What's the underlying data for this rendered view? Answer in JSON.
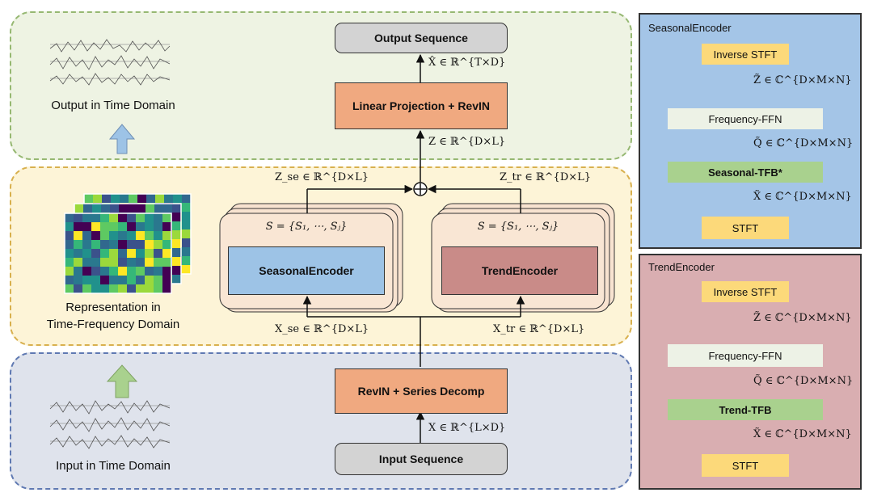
{
  "main": {
    "output_sequence": "Output Sequence",
    "linear_projection": "Linear Projection + RevIN",
    "revin_decomp": "RevIN + Series Decomp",
    "input_sequence": "Input Sequence",
    "seasonal_encoder": "SeasonalEncoder",
    "trend_encoder": "TrendEncoder",
    "set_label": "S = {S₁, ⋯, Sⱼ}"
  },
  "math": {
    "x_hat_out": "X̂ ∈ ℝ^{T×D}",
    "z": "Z ∈ ℝ^{D×L}",
    "z_se": "Z_se ∈ ℝ^{D×L}",
    "z_tr": "Z_tr ∈ ℝ^{D×L}",
    "x_se": "X_se ∈ ℝ^{D×L}",
    "x_tr": "X_tr ∈ ℝ^{D×L}",
    "x_in": "X ∈ ℝ^{L×D}",
    "z_tilde": "Z̃ ∈ ℂ^{D×M×N}",
    "q_tilde": "Q̃ ∈ ℂ^{D×M×N}",
    "x_tilde": "X̃ ∈ ℂ^{D×M×N}"
  },
  "labels": {
    "output_domain": "Output in Time Domain",
    "representation_line1": "Representation in",
    "representation_line2": "Time-Frequency Domain",
    "input_domain": "Input in Time Domain"
  },
  "seasonal_panel": {
    "title": "SeasonalEncoder",
    "inverse_stft": "Inverse STFT",
    "frequency_ffn": "Frequency-FFN",
    "tfb": "Seasonal-TFB*",
    "stft": "STFT"
  },
  "trend_panel": {
    "title": "TrendEncoder",
    "inverse_stft": "Inverse STFT",
    "frequency_ffn": "Frequency-FFN",
    "tfb": "Trend-TFB",
    "stft": "STFT"
  },
  "colors": {
    "output_band": "#eef3e3",
    "mid_band": "#fdf4d7",
    "input_band": "#dfe3ec",
    "orange_box": "#f0a980",
    "gray_box": "#d3d3d3",
    "seasonal_blue": "#9dc3e6",
    "trend_red": "#c98b88",
    "seasonal_panel_bg": "#a4c5e7",
    "trend_panel_bg": "#d9aeb1",
    "yellow_box": "#fcd97a",
    "green_box": "#a9d18e",
    "ffn_box": "#edf2e6"
  }
}
